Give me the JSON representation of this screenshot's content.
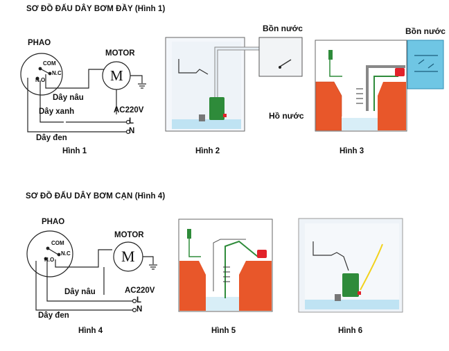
{
  "section1": {
    "title": "SƠ ĐỒ ĐẤU DÂY BƠM ĐẦY (Hình 1)",
    "circuit": {
      "float_label": "PHAO",
      "com": "COM",
      "nc": "N.C",
      "no": "N.O",
      "motor_label": "MOTOR",
      "motor_symbol": "M",
      "wire_brown": "Dây nâu",
      "wire_blue": "Dây xanh",
      "wire_black": "Dây đen",
      "supply": "AC220V",
      "line": "L",
      "neutral": "N"
    },
    "fig2_labels": {
      "tank": "Bồn nước",
      "well": "Hồ nước"
    },
    "fig3_labels": {
      "tank": "Bồn nước"
    },
    "captions": [
      "Hình 1",
      "Hình 2",
      "Hình 3"
    ]
  },
  "section2": {
    "title": "SƠ ĐỒ ĐẤU DÂY BƠM CẠN (Hình 4)",
    "circuit": {
      "float_label": "PHAO",
      "com": "COM",
      "nc": "N.C",
      "no": "N.O",
      "motor_label": "MOTOR",
      "motor_symbol": "M",
      "wire_brown": "Dây nâu",
      "wire_black": "Dây đen",
      "supply": "AC220V",
      "line": "L",
      "neutral": "N"
    },
    "captions": [
      "Hình 4",
      "Hình 5",
      "Hình 6"
    ]
  },
  "colors": {
    "soil": "#e8572a",
    "soil_light": "#f08a3c",
    "water": "#bfe3f3",
    "tank_blue": "#6fc6e4",
    "pump_green": "#2e8b3a",
    "pump_red": "#e2222a",
    "cable_yellow": "#f2d21c"
  }
}
